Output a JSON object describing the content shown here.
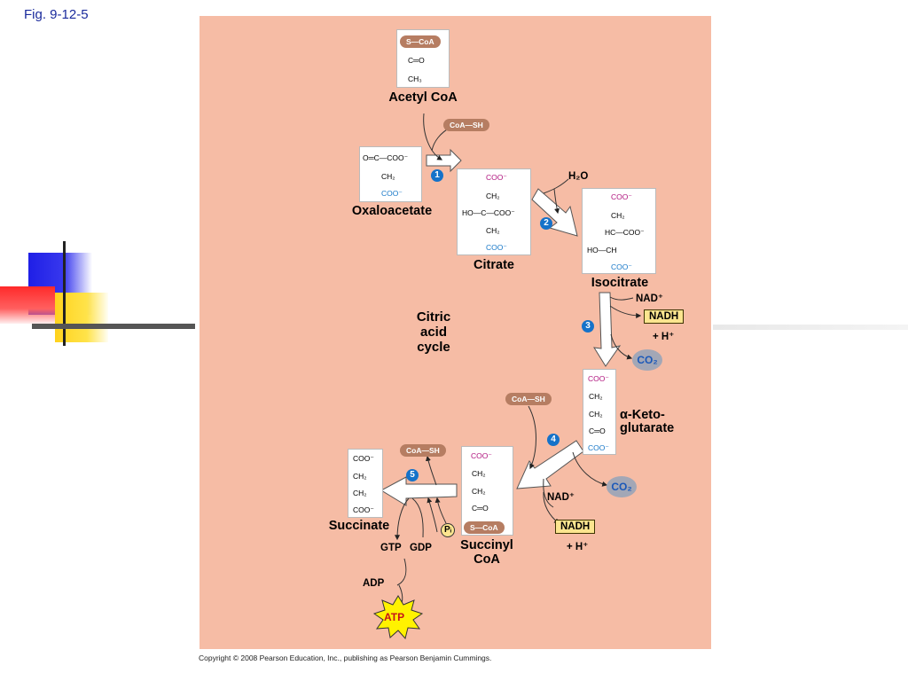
{
  "figure_label": "Fig. 9-12-5",
  "copyright": "Copyright © 2008 Pearson Education, Inc., publishing as Pearson Benjamin Cummings.",
  "cycle_label": [
    "Citric",
    "acid",
    "cycle"
  ],
  "molecules": {
    "acetyl_coa": {
      "name": "Acetyl CoA",
      "lines": [
        "S—CoA",
        "C═O",
        "CH₃"
      ]
    },
    "oxaloacetate": {
      "name": "Oxaloacetate",
      "lines": [
        "O═C—COO⁻",
        "CH₂",
        "COO⁻"
      ]
    },
    "citrate": {
      "name": "Citrate",
      "lines": [
        "COO⁻",
        "CH₂",
        "HO—C—COO⁻",
        "CH₂",
        "COO⁻"
      ]
    },
    "isocitrate": {
      "name": "Isocitrate",
      "lines": [
        "COO⁻",
        "CH₂",
        "HC—COO⁻",
        "HO—CH",
        "COO⁻"
      ]
    },
    "alpha_ketoglutarate": {
      "name_line1": "α-Keto-",
      "name_line2": "glutarate",
      "lines": [
        "COO⁻",
        "CH₂",
        "CH₂",
        "C═O",
        "COO⁻"
      ]
    },
    "succinyl_coa": {
      "name_line1": "Succinyl",
      "name_line2": "CoA",
      "lines": [
        "COO⁻",
        "CH₂",
        "CH₂",
        "C═O",
        "S—CoA"
      ]
    },
    "succinate": {
      "name": "Succinate",
      "lines": [
        "COO⁻",
        "CH₂",
        "CH₂",
        "COO⁻"
      ]
    }
  },
  "steps": [
    "1",
    "2",
    "3",
    "4",
    "5"
  ],
  "cofactors": {
    "coa_sh_1": "CoA—SH",
    "coa_sh_4": "CoA—SH",
    "coa_sh_5": "CoA—SH",
    "h2o": "H₂O",
    "nad_3": "NAD⁺",
    "nadh_3": "NADH",
    "h_plus_3": "+ H⁺",
    "co2_3": "CO₂",
    "nad_4": "NAD⁺",
    "nadh_4": "NADH",
    "h_plus_4": "+ H⁺",
    "co2_4": "CO₂",
    "pi": "Pᵢ",
    "gtp": "GTP",
    "gdp": "GDP",
    "adp": "ADP",
    "atp": "ATP"
  },
  "colors": {
    "panel": "#f6bca5",
    "pill": "#b67d62",
    "step_circle": "#1572c9",
    "nadh_fill": "#fce58f",
    "co2_fill": "#a3a7b6",
    "atp_fill": "#fff200",
    "carbon_magenta": "#b0147e",
    "carbon_cyan": "#1878c8"
  }
}
